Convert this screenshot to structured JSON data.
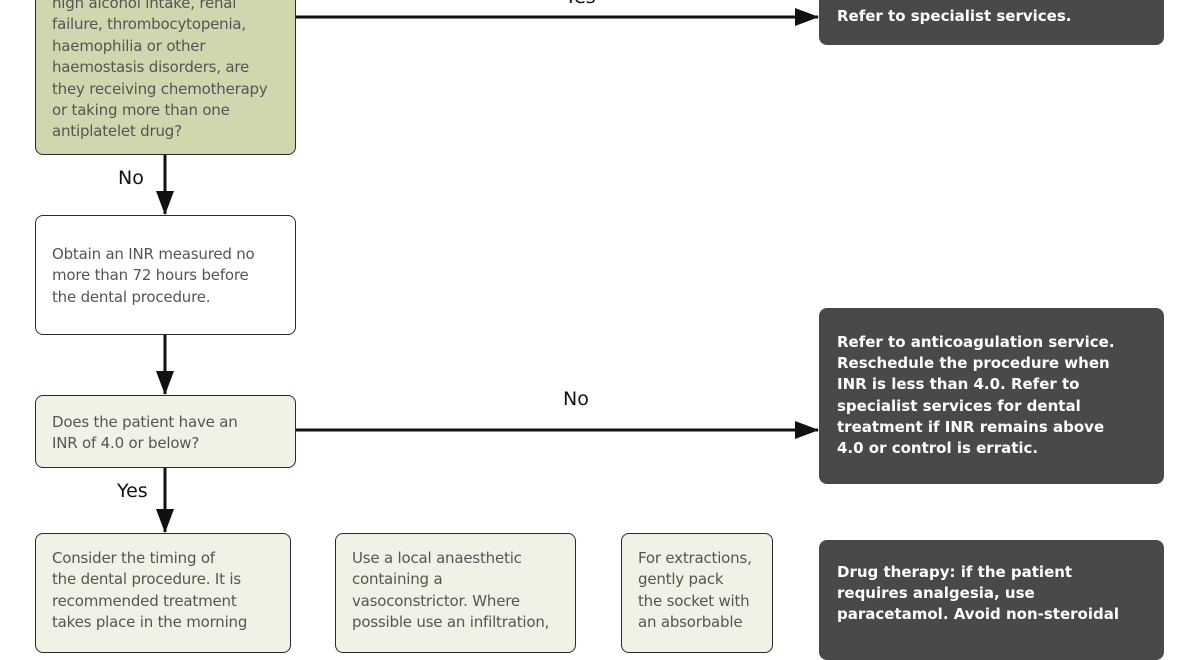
{
  "boxes": {
    "risk_question": "high alcohol intake, renal\nfailure, thrombocytopenia,\nhaemophilia or other\nhaemostasis disorders, are\nthey receiving chemotherapy\nor taking more than one\nantiplatelet drug?",
    "obtain_inr": "Obtain an INR measured no\nmore than 72 hours before\nthe dental procedure.",
    "inr_question": "Does the patient have an\nINR of 4.0 or below?",
    "timing": "Consider the timing of\nthe dental procedure. It is\nrecommended treatment\ntakes place in the morning",
    "anaesthetic": "Use a local anaesthetic\ncontaining a\nvasoconstrictor. Where\npossible use an infiltration,",
    "extractions": "For extractions,\ngently pack\nthe socket with\nan absorbable"
  },
  "outcomes": {
    "refer_specialist": "Refer to specialist services.",
    "refer_anticoag": "Refer to anticoagulation service.\nReschedule the procedure when\nINR is less than 4.0. Refer to\nspecialist services for dental\ntreatment if INR remains above\n4.0 or control is erratic.",
    "drug_therapy": "Drug therapy: if the patient\nrequires analgesia, use\nparacetamol. Avoid non-steroidal"
  },
  "labels": {
    "yes_top": "Yes",
    "no_1": "No",
    "no_2": "No",
    "yes_2": "Yes"
  }
}
